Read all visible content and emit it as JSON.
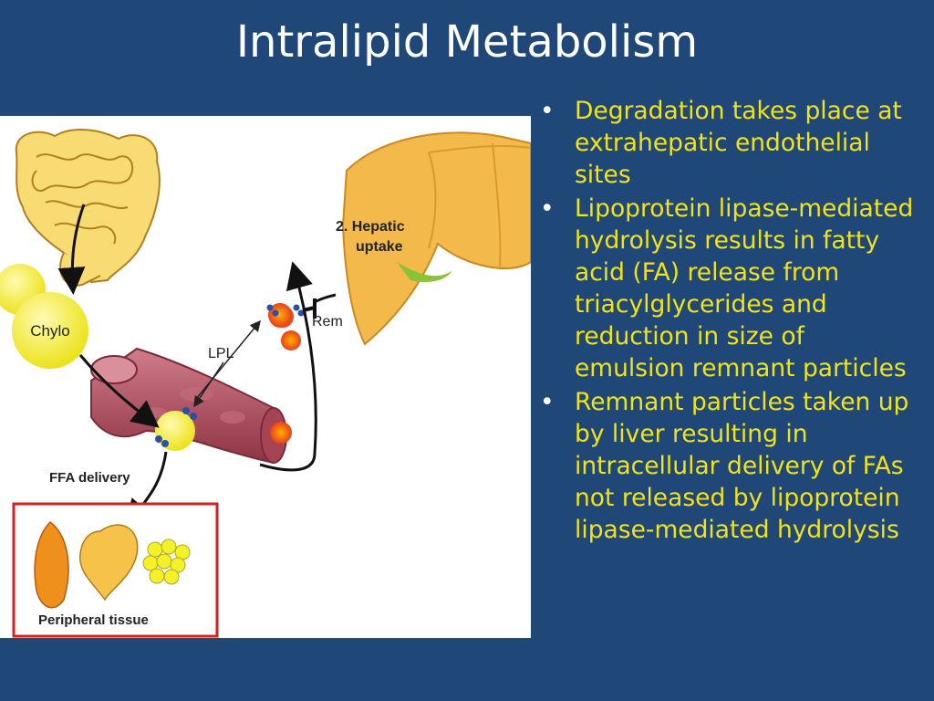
{
  "slide": {
    "title": "Intralipid Metabolism"
  },
  "figure": {
    "chylo_label": "Chylo",
    "hepatic_label_line1": "2. Hepatic",
    "hepatic_label_line2": "uptake",
    "rem_label": "Rem",
    "lpl_label": "LPL",
    "ffa_label": "FFA delivery",
    "peripheral_label": "Peripheral tissue"
  },
  "bullets": [
    "Degradation takes place at extrahepatic endothelial sites",
    "Lipoprotein lipase-mediated hydrolysis results in fatty acid (FA) release from triacylglycerides and reduction in size of emulsion remnant particles",
    "Remnant particles taken up by liver resulting in intracellular delivery of FAs not released by lipoprotein lipase-mediated hydrolysis"
  ],
  "bullet_symbol": "•",
  "colors": {
    "background": "#1f4878",
    "title": "#ffffff",
    "bullet_text": "#f2e21a",
    "liver": "#f3b94a",
    "chylomicron": "#f4f02a",
    "vessel": "#b25566",
    "tissue_box_border": "#d42020"
  }
}
